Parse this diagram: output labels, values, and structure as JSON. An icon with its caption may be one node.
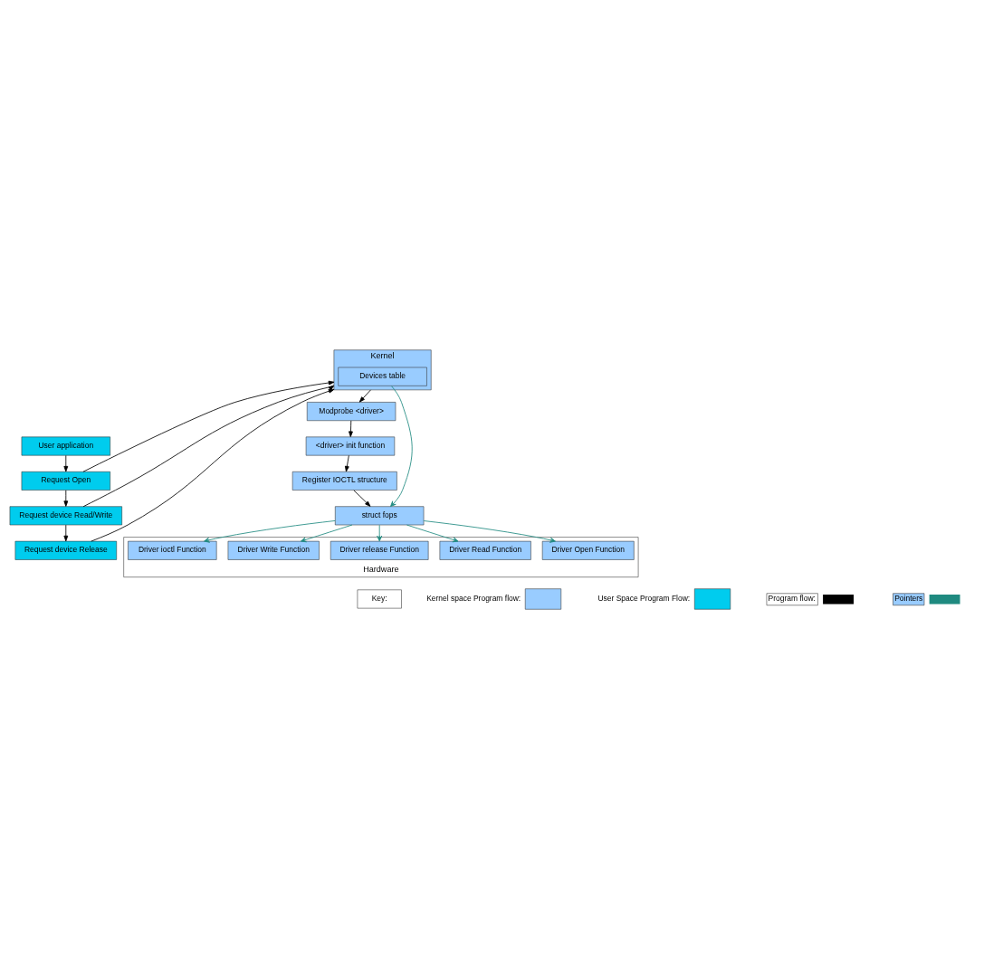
{
  "diagram": {
    "nodes": [
      {
        "text": [
          "User application"
        ]
      },
      {
        "text": [
          "Request Open"
        ]
      },
      {
        "text": [
          "Request device Read/Write"
        ]
      },
      {
        "text": [
          "Request device Release"
        ]
      },
      {
        "text": [
          "Kernel"
        ]
      },
      {
        "text": [
          "Devices table"
        ],
        "in": 4
      },
      {
        "text": [
          "Modprobe <driver>"
        ]
      },
      {
        "text": [
          "<driver> init function"
        ]
      },
      {
        "text": [
          "Register IOCTL structure"
        ]
      },
      {
        "text": [
          "struct fops"
        ]
      },
      {
        "text": [
          "Hardware"
        ]
      },
      {
        "text": [
          "Driver Open Function"
        ],
        "in": 10
      },
      {
        "text": [
          "Driver Read Function"
        ],
        "in": 10
      },
      {
        "text": [
          "Driver release Function"
        ],
        "in": 10
      },
      {
        "text": [
          "Driver Write Function"
        ],
        "in": 10
      },
      {
        "text": [
          "Driver ioctl Function"
        ],
        "in": 10
      }
    ],
    "edges": [
      {
        "from": 0,
        "to": 1,
        "arrow": "to"
      },
      {
        "from": 1,
        "to": 2,
        "arrow": "to"
      },
      {
        "from": 2,
        "to": 3,
        "arrow": "to"
      },
      {
        "from": 1,
        "to": 4,
        "arrow": "to"
      },
      {
        "from": 2,
        "to": 4,
        "arrow": "to"
      },
      {
        "from": 3,
        "to": 4,
        "arrow": "to"
      },
      {
        "from": 4,
        "to": 6,
        "arrow": "to"
      },
      {
        "from": 6,
        "to": 7,
        "arrow": "to"
      },
      {
        "from": 7,
        "to": 8,
        "arrow": "to"
      },
      {
        "from": 8,
        "to": 9,
        "arrow": "to"
      },
      {
        "from": 5,
        "to": 9,
        "arrow": "to",
        "color": "#1f8a80"
      },
      {
        "from": 9,
        "to": 11,
        "arrow": "to",
        "color": "#1f8a80"
      },
      {
        "from": 9,
        "to": 12,
        "arrow": "to",
        "color": "#1f8a80"
      },
      {
        "from": 9,
        "to": 13,
        "arrow": "to",
        "color": "#1f8a80"
      },
      {
        "from": 9,
        "to": 14,
        "arrow": "to",
        "color": "#1f8a80"
      },
      {
        "from": 9,
        "to": 15,
        "arrow": "to",
        "color": "#1f8a80"
      }
    ],
    "labels": [
      "Key:"
    ],
    "legend": [
      {
        "text": "Kernel space Program flow:",
        "color": "#99ccff"
      },
      {
        "text": "User Space Program Flow:",
        "color": "#00ccee"
      },
      {
        "text": "Program flow:"
      },
      {
        "text": "Pointers"
      }
    ]
  }
}
